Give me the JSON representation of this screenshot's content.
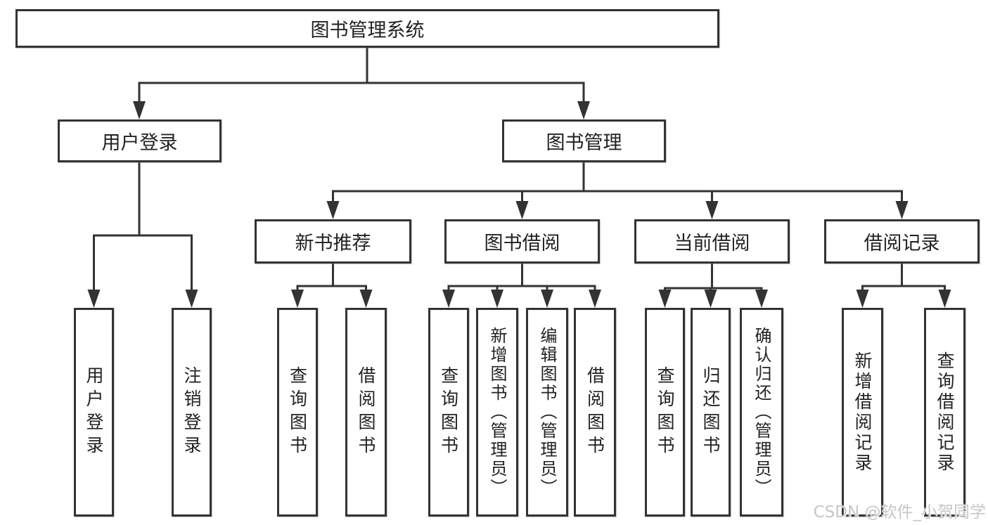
{
  "diagram": {
    "title": "图书管理系统",
    "level2": {
      "user_login": "用户登录",
      "book_management": "图书管理"
    },
    "level3": {
      "new_book_recommend": "新书推荐",
      "book_borrowing": "图书借阅",
      "current_borrowing": "当前借阅",
      "borrowing_records": "借阅记录"
    },
    "leaves": {
      "user": [
        "用户登录",
        "注销登录"
      ],
      "new_book_recommend": [
        "查询图书",
        "借阅图书"
      ],
      "book_borrowing": [
        "查询图书",
        "新增图书（管理员）",
        "编辑图书（管理员）",
        "借阅图书"
      ],
      "current_borrowing": [
        "查询图书",
        "归还图书",
        "确认归还（管理员）"
      ],
      "borrowing_records": [
        "新增借阅记录",
        "查询借阅记录"
      ]
    }
  },
  "colors": {
    "line": "#333333",
    "text": "#222222",
    "watermark_text": "#c7c7c7"
  },
  "watermark": "CSDN @软件_小贺同学"
}
